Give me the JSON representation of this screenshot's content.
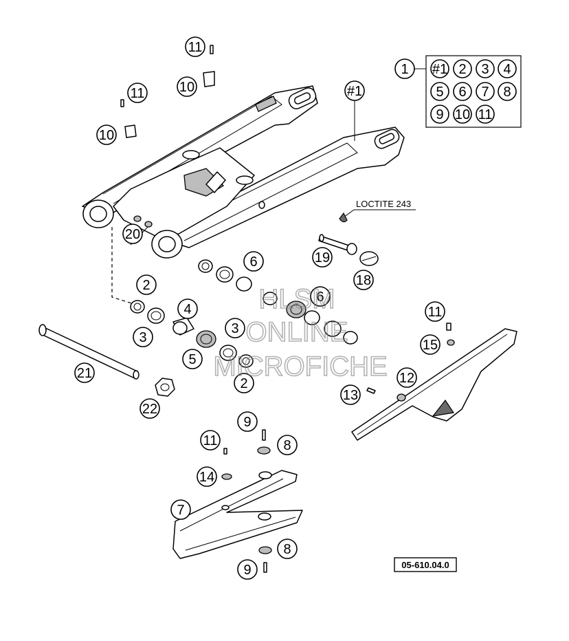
{
  "diagram": {
    "note_label": "LOCTITE 243",
    "figure_code": "05-610.04.0",
    "watermark": [
      "HLSM",
      "ONLINE",
      "MICROFICHE"
    ],
    "kit_label": "1",
    "kit_contents": [
      "#1",
      "2",
      "3",
      "4",
      "5",
      "6",
      "7",
      "8",
      "9",
      "10",
      "11"
    ],
    "callouts": [
      {
        "id": "c11a",
        "label": "11"
      },
      {
        "id": "c10a",
        "label": "10"
      },
      {
        "id": "c11b",
        "label": "11"
      },
      {
        "id": "c10b",
        "label": "10"
      },
      {
        "id": "c1h",
        "label": "#1"
      },
      {
        "id": "c20",
        "label": "20"
      },
      {
        "id": "c6a",
        "label": "6"
      },
      {
        "id": "c19",
        "label": "19"
      },
      {
        "id": "c18",
        "label": "18"
      },
      {
        "id": "c2a",
        "label": "2"
      },
      {
        "id": "c4",
        "label": "4"
      },
      {
        "id": "c6b",
        "label": "6"
      },
      {
        "id": "c3a",
        "label": "3"
      },
      {
        "id": "c3b",
        "label": "3"
      },
      {
        "id": "c5",
        "label": "5"
      },
      {
        "id": "c2b",
        "label": "2"
      },
      {
        "id": "c21",
        "label": "21"
      },
      {
        "id": "c22",
        "label": "22"
      },
      {
        "id": "c11c",
        "label": "11"
      },
      {
        "id": "c15",
        "label": "15"
      },
      {
        "id": "c12",
        "label": "12"
      },
      {
        "id": "c13",
        "label": "13"
      },
      {
        "id": "c9a",
        "label": "9"
      },
      {
        "id": "c11d",
        "label": "11"
      },
      {
        "id": "c8a",
        "label": "8"
      },
      {
        "id": "c14",
        "label": "14"
      },
      {
        "id": "c7",
        "label": "7"
      },
      {
        "id": "c8b",
        "label": "8"
      },
      {
        "id": "c9b",
        "label": "9"
      }
    ]
  }
}
